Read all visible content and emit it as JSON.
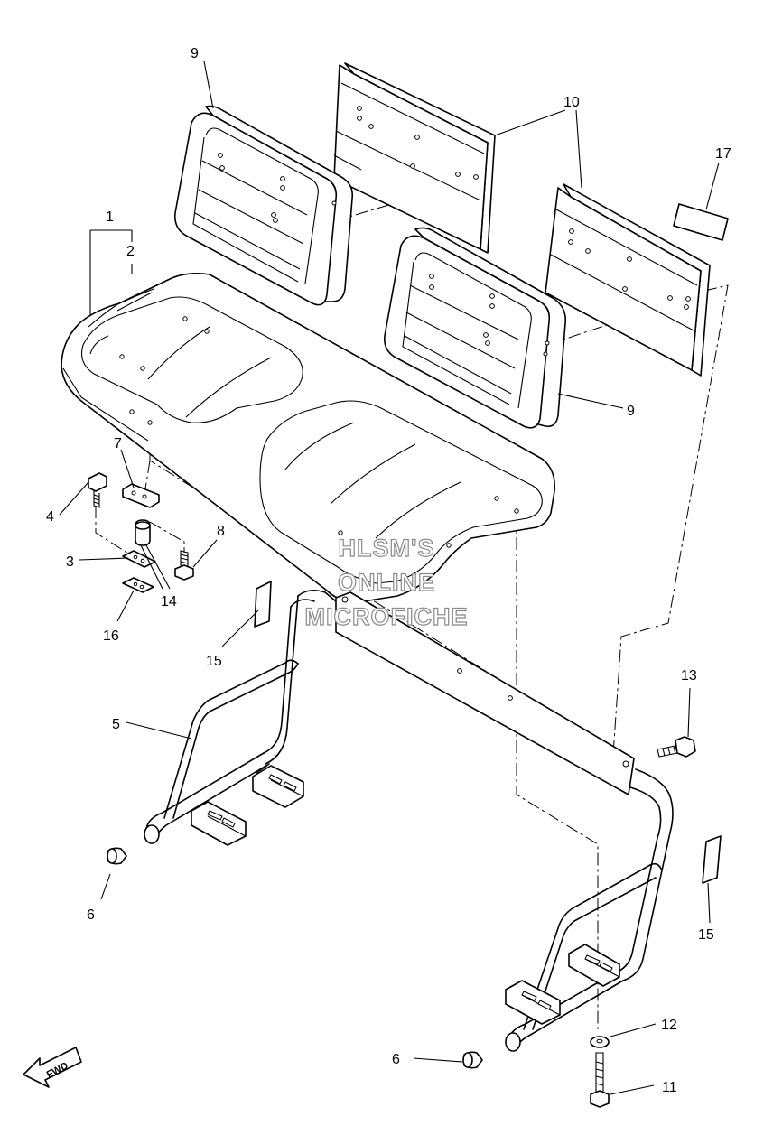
{
  "diagram": {
    "callouts": [
      "1",
      "2",
      "3",
      "4",
      "5",
      "6",
      "6",
      "7",
      "8",
      "9",
      "9",
      "10",
      "11",
      "12",
      "13",
      "14",
      "15",
      "15",
      "16",
      "17"
    ],
    "watermark": [
      "HLSM'S",
      "ONLINE",
      "MICROFICHE"
    ],
    "direction_marker": "FWD"
  }
}
